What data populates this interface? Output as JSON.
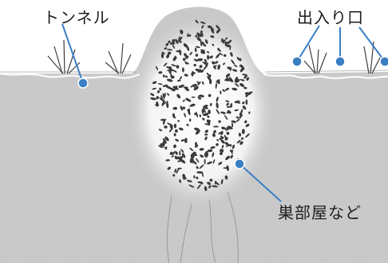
{
  "labels": {
    "tunnel": "トンネル",
    "entrances": "出入り口",
    "chambers": "巣部屋など"
  },
  "colors": {
    "leader": "#3a7fc4",
    "soil": "#cfcfcf",
    "ink": "#1e1e1e"
  }
}
